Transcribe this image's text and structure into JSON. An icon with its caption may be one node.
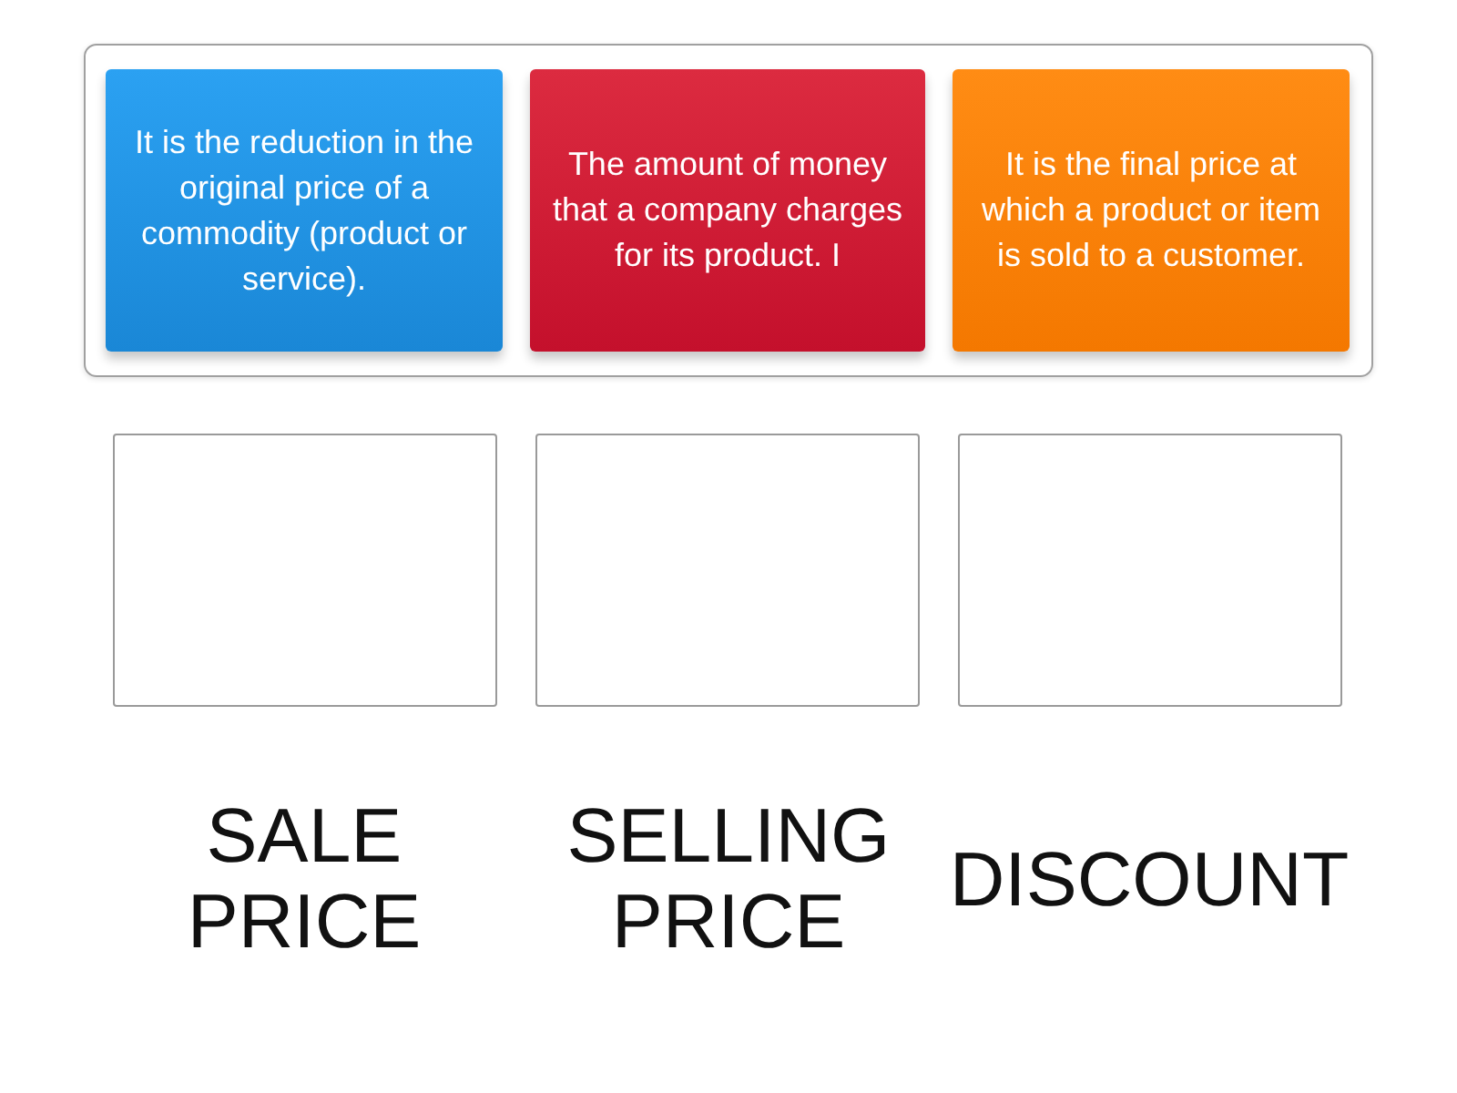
{
  "diagram": {
    "nodes": [
      {
        "text": [],
        "shape": "box"
      },
      {
        "text": [
          "It is the reduction in the original price of a commodity (product or service)."
        ],
        "in": 0
      },
      {
        "text": [
          "The amount of money that a company charges for its product. I"
        ],
        "in": 0
      },
      {
        "text": [
          "It is the final price at which a product or item is sold to a customer."
        ],
        "in": 0
      },
      {
        "text": [],
        "shape": "box"
      },
      {
        "text": [],
        "shape": "box"
      },
      {
        "text": [],
        "shape": "box"
      }
    ],
    "labels": [
      "SALE PRICE",
      "SELLING PRICE",
      "DISCOUNT"
    ]
  }
}
